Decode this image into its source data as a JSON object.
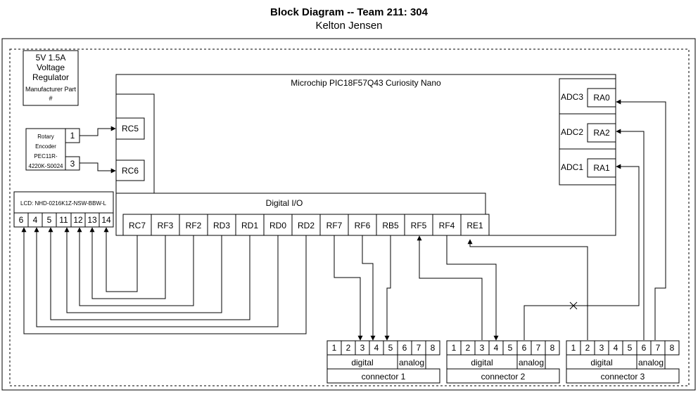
{
  "header": {
    "title": "Block Diagram -- Team 211: 304",
    "subtitle": "Kelton Jensen"
  },
  "regulator": {
    "lines": [
      "5V 1.5A",
      "Voltage",
      "Regulator"
    ],
    "part": "Manufacturer  Part",
    "hash": "#"
  },
  "encoder": {
    "lines": [
      "Rotary",
      "Encoder",
      "PEC11R-",
      "4220K-S0024"
    ],
    "pins": [
      "1",
      "3"
    ]
  },
  "lcd": {
    "label": "LCD: NHD-0216K1Z-NSW-BBW-L",
    "pins": [
      "6",
      "4",
      "5",
      "11",
      "12",
      "13",
      "14"
    ]
  },
  "mcu": {
    "title": "Microchip PIC18F57Q43 Curiosity Nano",
    "rc5": "RC5",
    "rc6": "RC6",
    "digital_label": "Digital I/O",
    "digital_pins": [
      "RC7",
      "RF3",
      "RF2",
      "RD3",
      "RD1",
      "RD0",
      "RD2",
      "RF7",
      "RF6",
      "RB5",
      "RF5",
      "RF4",
      "RE1"
    ],
    "adc": [
      {
        "adc": "ADC3",
        "pin": "RA0"
      },
      {
        "adc": "ADC2",
        "pin": "RA2"
      },
      {
        "adc": "ADC1",
        "pin": "RA1"
      }
    ]
  },
  "connectors": [
    {
      "pins": [
        "1",
        "2",
        "3",
        "4",
        "5",
        "6",
        "7",
        "8"
      ],
      "digital": "digital",
      "analog": "analog",
      "label": "connector 1"
    },
    {
      "pins": [
        "1",
        "2",
        "3",
        "4",
        "5",
        "6",
        "7",
        "8"
      ],
      "digital": "digital",
      "analog": "analog",
      "label": "connector 2"
    },
    {
      "pins": [
        "1",
        "2",
        "3",
        "4",
        "5",
        "6",
        "7",
        "8"
      ],
      "digital": "digital",
      "analog": "analog",
      "label": "connector 3"
    }
  ]
}
